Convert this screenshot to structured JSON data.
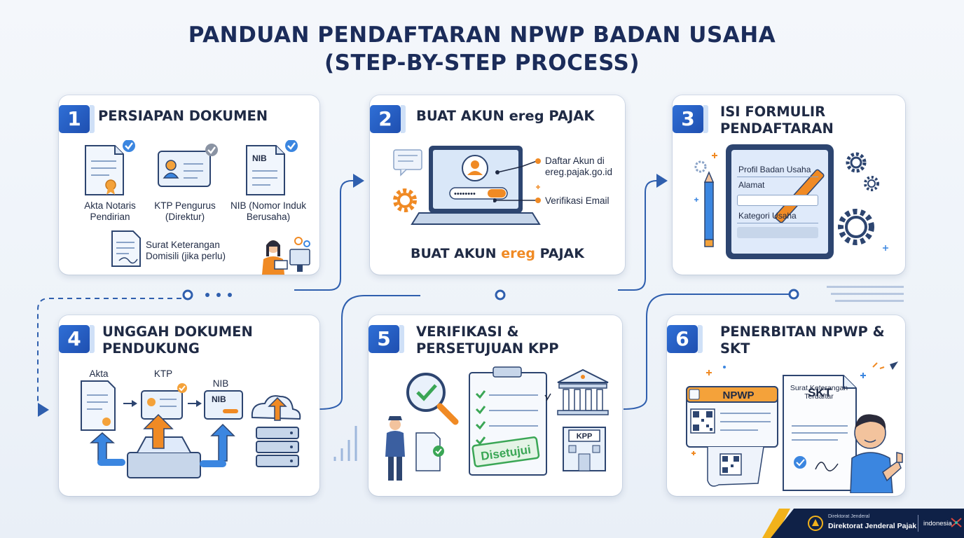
{
  "title": {
    "line1": "PANDUAN PENDAFTARAN NPWP BADAN USAHA",
    "line2": "(STEP-BY-STEP PROCESS)"
  },
  "steps": [
    {
      "number": "1",
      "title": "PERSIAPAN DOKUMEN",
      "items": [
        {
          "label": "Akta Notaris Pendirian"
        },
        {
          "label": "KTP Pengurus (Direktur)"
        },
        {
          "label": "NIB (Nomor Induk Berusaha)",
          "icon_text": "NIB"
        },
        {
          "label": "Surat Keterangan Domisili (jika perlu)"
        }
      ]
    },
    {
      "number": "2",
      "title": "BUAT AKUN ereg PAJAK",
      "callouts": [
        "Daftar Akun di ereg.pajak.go.id",
        "Verifikasi Email"
      ],
      "password_mask": "••••••••",
      "subtitle": {
        "pre": "BUAT AKUN ",
        "highlight": "ereg",
        "post": " PAJAK"
      }
    },
    {
      "number": "3",
      "title": "ISI FORMULIR PENDAFTARAN",
      "form_fields": [
        "Profil Badan Usaha",
        "Alamat",
        "Kategori Usaha"
      ]
    },
    {
      "number": "4",
      "title": "UNGGAH DOKUMEN PENDUKUNG",
      "doc_labels": [
        "Akta",
        "KTP",
        "NIB"
      ],
      "nib_icon_text": "NIB"
    },
    {
      "number": "5",
      "title": "VERIFIKASI & PERSETUJUAN KPP",
      "stamp": "Disetujui",
      "office": "KPP"
    },
    {
      "number": "6",
      "title": "PENERBITAN NPWP & SKT",
      "card_label": "NPWP",
      "skt_title": "SKT",
      "skt_subtitle": "Surat Keterangan Terdaftar"
    }
  ],
  "footer": {
    "org_small": "Direktorat Jenderal",
    "org_name": "Direktorat Jenderal Pajak",
    "country": "indonesia"
  },
  "colors": {
    "primary_blue": "#2f6fd6",
    "navy": "#1b2c5a",
    "accent_orange": "#f08a24",
    "check_green": "#3aa655",
    "footer_navy": "#0f2147"
  }
}
